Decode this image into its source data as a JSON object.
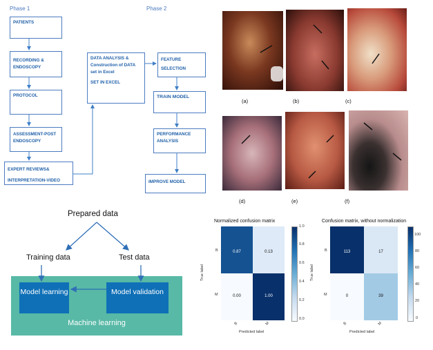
{
  "flowchart": {
    "phase1_label": "Phase 1",
    "phase2_label": "Phase 2",
    "patients": "PATIENTS",
    "recording": "RECORDING & ENDOSCOPY",
    "protocol": "PROTOCOL",
    "assessment": "ASSESSMENT-POST ENDOSCOPY",
    "expert": "EXPERT REVIEWS& INTERPRETATION-VIDEO",
    "data_analysis": "DATA ANALYSIS & Construction of DATA set in Excel",
    "set_in_excel": "SET IN EXCEL",
    "feature": "FEATURE SELECTION",
    "train": "TRAIN MODEL",
    "performance": "PERFORMANCE ANALYSIS",
    "improve": "IMPROVE MODEL"
  },
  "endoscopy_images": {
    "captions": [
      "(a)",
      "(b)",
      "(c)",
      "(d)",
      "(e)",
      "(f)"
    ]
  },
  "ml_diagram": {
    "prepared": "Prepared data",
    "training": "Training data",
    "test": "Test data",
    "model_learning": "Model learning",
    "model_validation": "Model validation",
    "machine_learning": "Machine learning",
    "colors": {
      "outer": "#58b9a6",
      "inner": "#0f70b7"
    }
  },
  "chart_data": [
    {
      "type": "heatmap",
      "title": "Normalized confusion matrix",
      "xlabel": "Predicted label",
      "ylabel": "True label",
      "x_categories": [
        "B",
        "M"
      ],
      "y_categories": [
        "B",
        "M"
      ],
      "values": [
        [
          0.87,
          0.13
        ],
        [
          0.0,
          1.0
        ]
      ],
      "value_labels": [
        [
          "0.87",
          "0.13"
        ],
        [
          "0.00",
          "1.00"
        ]
      ],
      "colorbar_ticks": [
        "1.0",
        "0.8",
        "0.6",
        "0.4",
        "0.2",
        "0.0"
      ],
      "vmin": 0,
      "vmax": 1
    },
    {
      "type": "heatmap",
      "title": "Confusion matrix, without normalization",
      "xlabel": "Predicted label",
      "ylabel": "True label",
      "x_categories": [
        "B",
        "M"
      ],
      "y_categories": [
        "B",
        "M"
      ],
      "values": [
        [
          113,
          17
        ],
        [
          0,
          39
        ]
      ],
      "value_labels": [
        [
          "113",
          "17"
        ],
        [
          "0",
          "39"
        ]
      ],
      "colorbar_ticks": [
        "100",
        "80",
        "60",
        "40",
        "20",
        "0"
      ],
      "vmin": 0,
      "vmax": 113
    }
  ]
}
